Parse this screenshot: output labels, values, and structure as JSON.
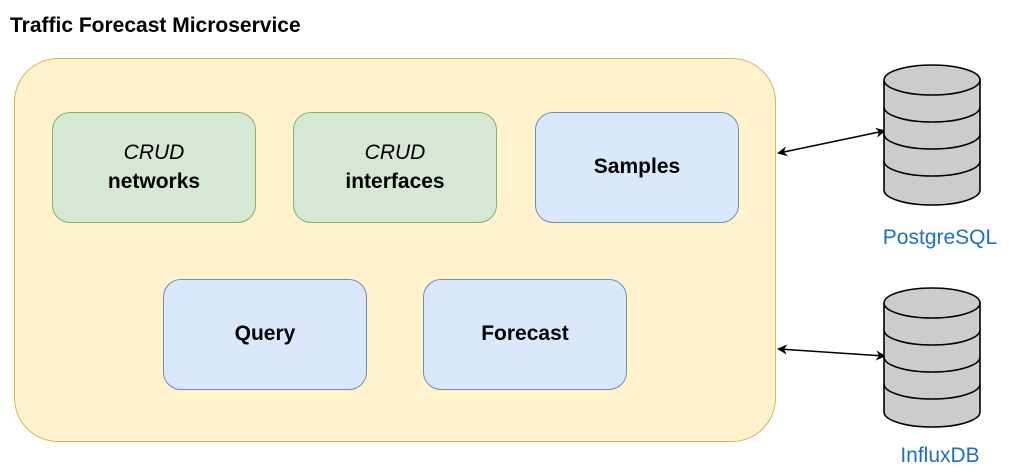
{
  "title": "Traffic Forecast Microservice",
  "modules": {
    "crud_networks": {
      "prefix": "CRUD",
      "label": "networks"
    },
    "crud_interfaces": {
      "prefix": "CRUD",
      "label": "interfaces"
    },
    "samples": {
      "label": "Samples"
    },
    "query": {
      "label": "Query"
    },
    "forecast": {
      "label": "Forecast"
    }
  },
  "databases": {
    "postgresql": {
      "label": "PostgreSQL",
      "icon": "database-icon"
    },
    "influxdb": {
      "label": "InfluxDB",
      "icon": "database-icon"
    }
  },
  "colors": {
    "container_fill": "#fff2cc",
    "container_stroke": "#d6b656",
    "green_fill": "#d5e8d4",
    "green_stroke": "#82b366",
    "blue_fill": "#dae8fc",
    "blue_stroke": "#6c8ebf",
    "db_fill": "#cccccc",
    "db_label": "#1c6fc9"
  }
}
